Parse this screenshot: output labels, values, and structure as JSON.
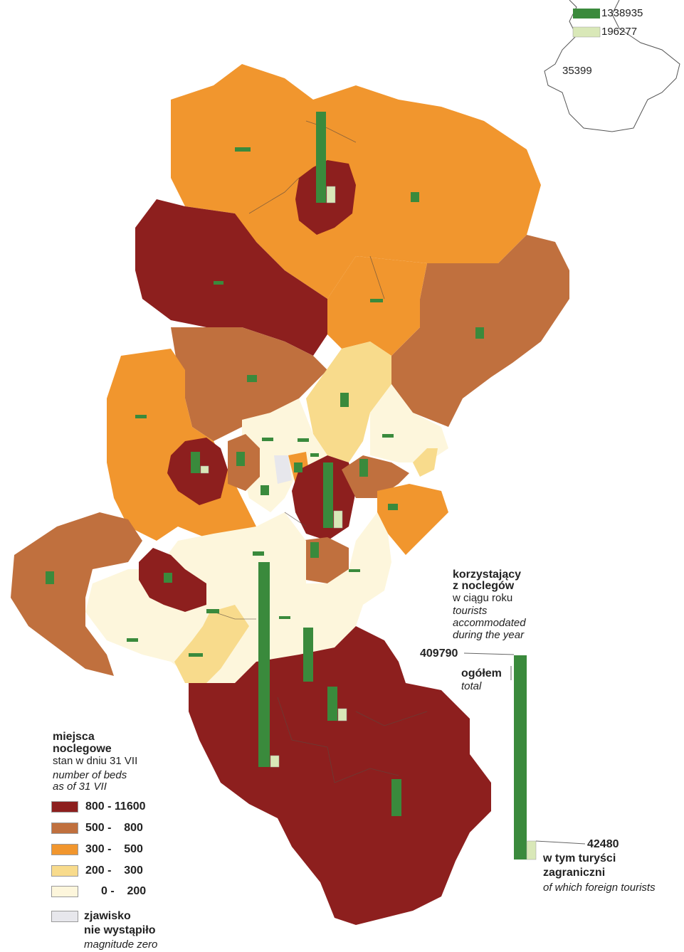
{
  "colors": {
    "c800": "#8d1f1e",
    "c500": "#c0703e",
    "c300": "#f1962e",
    "c200": "#f8db8c",
    "c0": "#fdf6dc",
    "czero": "#e7e7ec",
    "total_bar": "#3a8a3c",
    "foreign_bar": "#d9e8b8",
    "border": "#5a4a40"
  },
  "inset": {
    "total": "1338935",
    "foreign": "196277",
    "other": "35399"
  },
  "legend": {
    "title": [
      "miejsca",
      "noclegowe"
    ],
    "subtitle": "stan w dniu 31 VII",
    "subtitle_en": [
      "number of beds",
      "as of 31 VII"
    ],
    "classes": [
      {
        "label": "800 - 11600",
        "color": "#8d1f1e"
      },
      {
        "label": "500 -    800",
        "color": "#c0703e"
      },
      {
        "label": "300 -    500",
        "color": "#f1962e"
      },
      {
        "label": "200 -    300",
        "color": "#f8db8c"
      },
      {
        "label": "0 -    200",
        "color": "#fdf6dc"
      }
    ],
    "zero": [
      "zjawisko",
      "nie wystąpiło"
    ],
    "zero_en": "magnitude zero"
  },
  "bars_legend": {
    "title": [
      "korzystający",
      "z noclegów"
    ],
    "subtitle": "w ciągu roku",
    "subtitle_en": [
      "tourists",
      "accommodated",
      "during the year"
    ],
    "total_value": "409790",
    "total_label": "ogółem",
    "total_label_en": "total",
    "foreign_value": "42480",
    "foreign_label": [
      "w tym turyści",
      "zagraniczni"
    ],
    "foreign_label_en": "of which foreign tourists"
  }
}
